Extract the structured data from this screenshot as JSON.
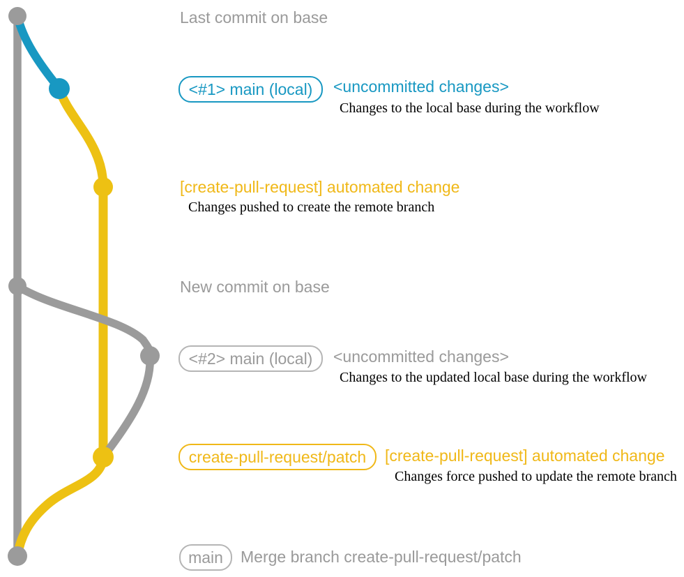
{
  "palette": {
    "gray": "#9b9b9b",
    "gray_text": "#9a9a9a",
    "gray_border": "#b5b5b5",
    "blue": "#1898c2",
    "yellow": "#edc113",
    "yellow_text": "#f0b818",
    "desc_black": "#000000"
  },
  "annotations": {
    "last_commit": "Last commit on base",
    "new_commit": "New commit on base"
  },
  "sections": {
    "s1": {
      "badge": "<#1> main (local)",
      "title": "<uncommitted changes>",
      "desc": "Changes to the local base during the workflow"
    },
    "s2": {
      "title": "[create-pull-request] automated change",
      "desc": "Changes pushed to create the remote branch"
    },
    "s3": {
      "badge": "<#2> main (local)",
      "title": "<uncommitted changes>",
      "desc": "Changes to the updated local base during the workflow"
    },
    "s4": {
      "badge": "create-pull-request/patch",
      "title": "[create-pull-request] automated change",
      "desc": "Changes force pushed to update the remote branch"
    },
    "s5": {
      "badge": "main",
      "title": "Merge branch create-pull-request/patch"
    }
  },
  "graph": {
    "commit_nodes": [
      {
        "name": "base-last-commit",
        "color_key": "gray"
      },
      {
        "name": "local-main-1",
        "color_key": "blue"
      },
      {
        "name": "patch-commit-1",
        "color_key": "yellow"
      },
      {
        "name": "base-new-commit",
        "color_key": "gray"
      },
      {
        "name": "local-main-2",
        "color_key": "gray"
      },
      {
        "name": "patch-commit-2",
        "color_key": "yellow"
      },
      {
        "name": "merge-commit",
        "color_key": "gray"
      }
    ]
  }
}
